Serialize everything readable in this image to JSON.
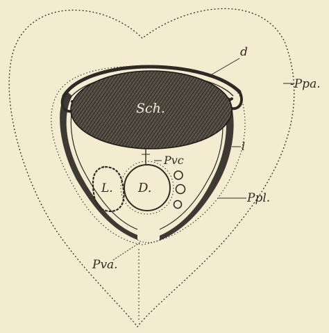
{
  "colors": {
    "background": "#f4ecd0",
    "ink": "#2d2a25",
    "fill_dark": "#3e3a33"
  },
  "labels": {
    "d": "d",
    "Ppa": "-Ppa.",
    "Sch": "Sch.",
    "l": "l",
    "Pvc": "Pvc",
    "L": "L.",
    "D": "D.",
    "Ppl": "Ppl.",
    "Pva": "Pva."
  }
}
